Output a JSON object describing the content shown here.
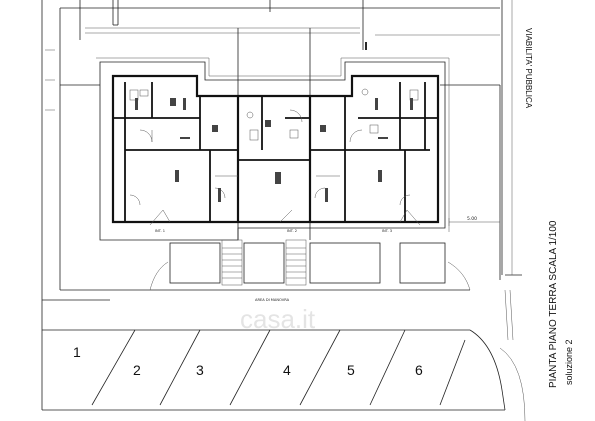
{
  "drawing": {
    "title": "PIANTA PIANO TERRA SCALA 1/100",
    "subtitle": "soluzione 2",
    "road_label": "VIABILITA' PUBBLICA",
    "maneuver_area_label": "AREA DI MANOVRA",
    "dimension_label": "5.00",
    "units": [
      "INT. 1",
      "INT. 2",
      "INT. 3"
    ],
    "parking_stalls": [
      "1",
      "2",
      "3",
      "4",
      "5",
      "6"
    ],
    "watermark": "casa.it"
  }
}
